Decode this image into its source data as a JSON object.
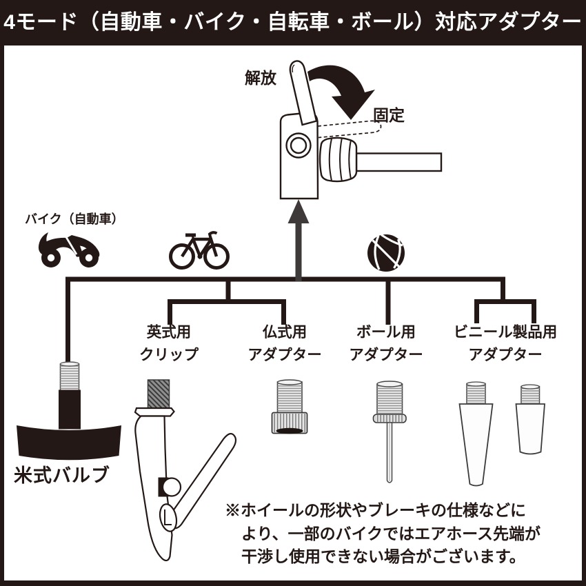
{
  "banner": {
    "title": "4モード（自動車・バイク・自転車・ボール）対応アダプター"
  },
  "pump_head": {
    "release_label": "解放",
    "fix_label": "固定"
  },
  "modes": {
    "motorcycle_label": "バイク（自動車）",
    "icons": [
      "motorcycle-icon",
      "bicycle-icon",
      "basketball-icon"
    ]
  },
  "valve": {
    "label": "米式バルブ"
  },
  "adapters": [
    {
      "label": "英式用\nクリップ"
    },
    {
      "label": "仏式用\nアダプター"
    },
    {
      "label": "ボール用\nアダプター"
    },
    {
      "label": "ビニール製品用\nアダプター"
    }
  ],
  "footnote": "※ホイールの形状やブレーキの仕様などに\nより、一部のバイクではエアホース先端が\n干渉し使用できない場合がございます。",
  "colors": {
    "ink": "#231815",
    "arrow_gray": "#3e3a39",
    "background": "#ffffff"
  }
}
